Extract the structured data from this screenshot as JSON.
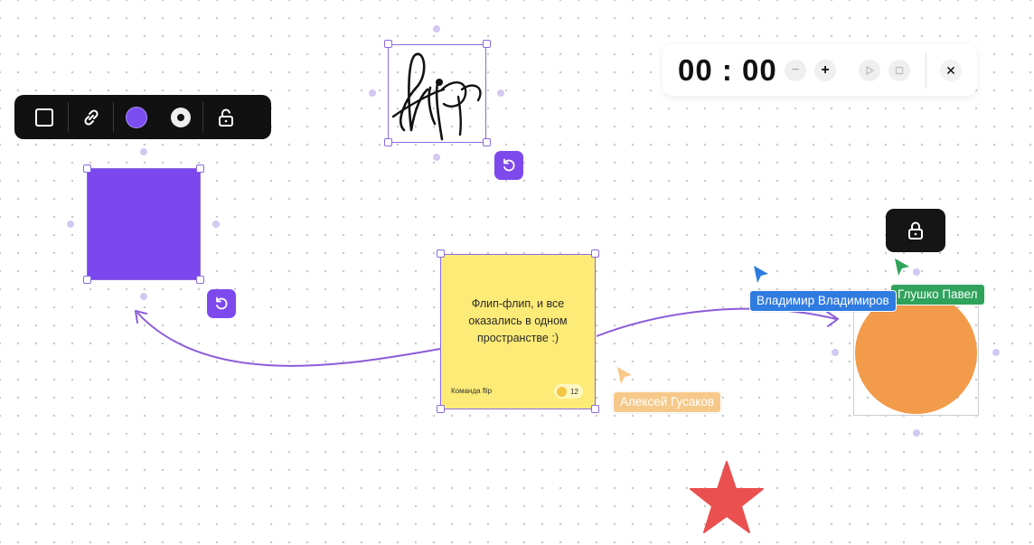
{
  "toolbar": {
    "items": [
      "shape-tool",
      "link",
      "fill-color",
      "stroke-color",
      "unlock"
    ],
    "fill_color": "#7b4df0"
  },
  "timer": {
    "display": "00 : 00",
    "minus": "−",
    "plus": "+",
    "close": "✕"
  },
  "sticky_note": {
    "text_line1": "Флип-флип, и все",
    "text_line2": "оказались в одном",
    "text_line3": "пространстве :)",
    "author": "Команда flip",
    "reaction_count": "12",
    "color": "#fdeb77"
  },
  "drawing": {
    "label": "flip"
  },
  "cursors": [
    {
      "name": "Владимир Владимиров",
      "color": "#2f7be0"
    },
    {
      "name": "Глушко Павел",
      "color": "#2fa35c"
    },
    {
      "name": "Алексей Гусаков",
      "color": "#f6c98a"
    }
  ],
  "shapes": {
    "square_color": "#7c47ef",
    "circle_color": "#f29b4a",
    "star_color": "#ea5050"
  }
}
